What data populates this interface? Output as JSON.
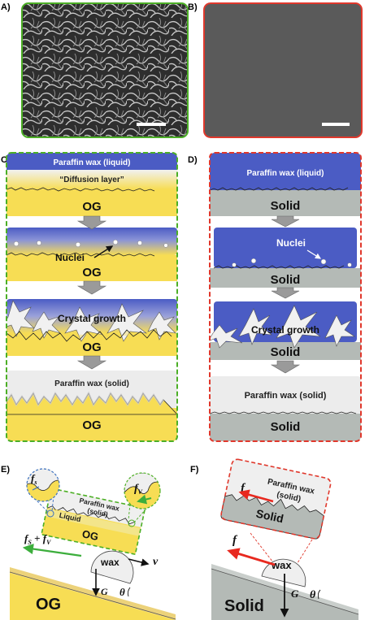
{
  "panel_labels": {
    "a": "A)",
    "b": "B)",
    "c": "C)",
    "d": "D)",
    "e": "E)",
    "f": "F)"
  },
  "panel_c": {
    "liquid_label": "Paraffin wax (liquid)",
    "diffusion_label": "“Diffusion layer”",
    "substrate_label": "OG",
    "nuclei_label": "Nuclei",
    "growth_label": "Crystal growth",
    "solid_label": "Paraffin wax (solid)"
  },
  "panel_d": {
    "liquid_label": "Paraffin wax (liquid)",
    "substrate_label": "Solid",
    "nuclei_label": "Nuclei",
    "growth_label": "Crystal growth",
    "solid_label": "Paraffin wax (solid)"
  },
  "panel_e": {
    "zoom_left_label": "f",
    "zoom_left_sub": "s",
    "zoom_right_label": "f",
    "zoom_right_sub": "V",
    "box_wax_line1": "Paraffin wax",
    "box_wax_line2": "(solid)",
    "box_liquid": "Liquid",
    "box_substrate": "OG",
    "force_label": "f",
    "force_sub1": "S",
    "force_plus": " + ",
    "force_sub2": "V",
    "velocity_label": "v",
    "drop_label": "wax",
    "gravity_label": "G",
    "angle_label": "θ",
    "substrate_label": "OG"
  },
  "panel_f": {
    "zoom_force_label": "f",
    "zoom_force_sub": "s",
    "zoom_wax_line1": "Paraffin wax",
    "zoom_wax_line2": "(solid)",
    "zoom_substrate": "Solid",
    "force_label": "f",
    "drop_label": "wax",
    "gravity_label": "G",
    "angle_label": "θ",
    "substrate_label": "Solid"
  },
  "colors": {
    "og_green": "#4caf26",
    "solid_red": "#e0382c",
    "liquid_blue": "#4b5cc4",
    "og_yellow": "#f7dd54",
    "solid_gray": "#b4bab6",
    "arrow_green": "#3cae3c",
    "arrow_red": "#e8291f",
    "sem_dark": "#3a3a3a"
  }
}
